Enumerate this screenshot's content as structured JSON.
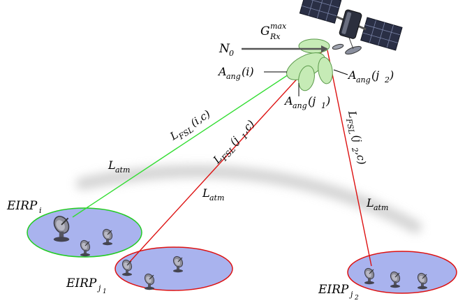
{
  "labels": {
    "g_rx_base": "G",
    "g_rx_sup": "max",
    "g_rx_sub": "Rx",
    "noise": "N",
    "noise_sub": "0",
    "a_i_base": "A",
    "a_i_sub": "ang",
    "a_i_arg": "(i)",
    "a_j1_base": "A",
    "a_j1_sub": "ang",
    "a_j1_arg": "(j",
    "a_j1_arg_sub": "1",
    "a_j1_close": ")",
    "a_j2_base": "A",
    "a_j2_sub": "ang",
    "a_j2_arg": "(j",
    "a_j2_arg_sub": "2",
    "a_j2_close": ")",
    "lfsl_i": "L",
    "lfsl_i_sub": "FSL",
    "lfsl_i_arg": "(i,c)",
    "lfsl_j1": "L",
    "lfsl_j1_sub": "FSL",
    "lfsl_j1_arg": "(j",
    "lfsl_j1_arg_sub": "1",
    "lfsl_j1_close": ",c)",
    "lfsl_j2": "L",
    "lfsl_j2_sub": "FSL",
    "lfsl_j2_arg": "(j",
    "lfsl_j2_arg_sub": "2",
    "lfsl_j2_close": ",c)",
    "latm_1": "L",
    "latm_1_sub": "atm",
    "latm_2": "L",
    "latm_2_sub": "atm",
    "latm_3": "L",
    "latm_3_sub": "atm",
    "eirp_i": "EIRP",
    "eirp_i_sub": "i",
    "eirp_j1": "EIRP",
    "eirp_j1_sub": "j",
    "eirp_j1_subsub": "1",
    "eirp_j2": "EIRP",
    "eirp_j2_sub": "j",
    "eirp_j2_subsub": "2"
  },
  "colors": {
    "desired_link": "#33dd33",
    "interfering_link": "#dd1111",
    "cell_fill": "#a9b3ee",
    "desired_cell_border": "#22cc22",
    "interfering_cell_border": "#dd1111",
    "beam_fill": "#c6ebb6",
    "beam_border": "#5a9a4a",
    "panel_dark": "#2a2f45",
    "noise_arrow": "#555555"
  },
  "icons": [
    "satellite-icon",
    "dish-antenna-icon"
  ]
}
